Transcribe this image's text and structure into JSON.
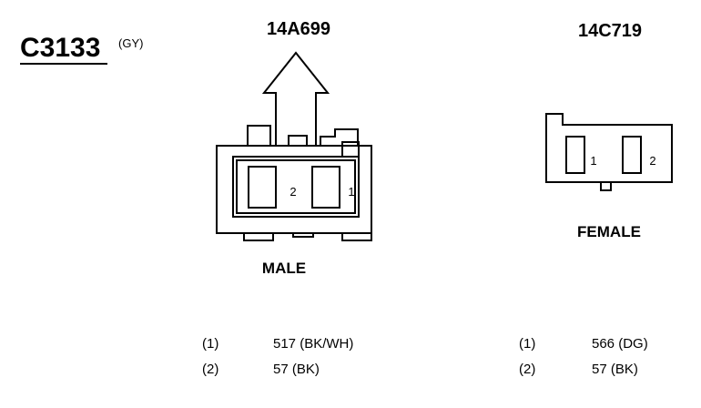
{
  "connector": {
    "id": "C3133",
    "color_code": "(GY)"
  },
  "male": {
    "part_number": "14A699",
    "label": "MALE",
    "pin_labels": [
      "2",
      "1"
    ],
    "pins": [
      {
        "pin": "(1)",
        "circuit": "517 (BK/WH)"
      },
      {
        "pin": "(2)",
        "circuit": "57 (BK)"
      }
    ]
  },
  "female": {
    "part_number": "14C719",
    "label": "FEMALE",
    "pin_labels": [
      "1",
      "2"
    ],
    "pins": [
      {
        "pin": "(1)",
        "circuit": "566 (DG)"
      },
      {
        "pin": "(2)",
        "circuit": "57 (BK)"
      }
    ]
  },
  "colors": {
    "ink": "#000000",
    "background": "#ffffff"
  }
}
